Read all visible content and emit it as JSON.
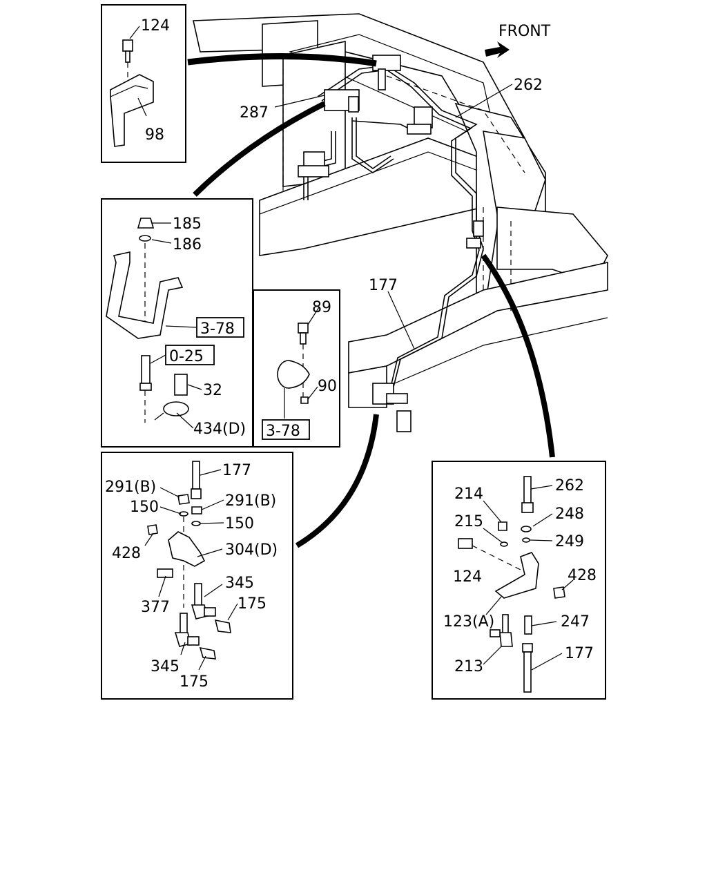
{
  "labels": {
    "front": "FRONT",
    "l124a": "124",
    "l98": "98",
    "l287": "287",
    "l262a": "262",
    "l185": "185",
    "l186": "186",
    "r378a": "3-78",
    "r025": "0-25",
    "l32": "32",
    "l434d": "434(D)",
    "l89": "89",
    "l90": "90",
    "r378b": "3-78",
    "l177a": "177",
    "l177b": "177",
    "l291b1": "291(B)",
    "l291b2": "291(B)",
    "l150a": "150",
    "l150b": "150",
    "l428a": "428",
    "l304d": "304(D)",
    "l377": "377",
    "l345a": "345",
    "l175a": "175",
    "l345b": "345",
    "l175b": "175",
    "l262b": "262",
    "l214": "214",
    "l248": "248",
    "l215": "215",
    "l249": "249",
    "l124b": "124",
    "l428b": "428",
    "l123a": "123(A)",
    "l247": "247",
    "l213": "213",
    "l177c": "177"
  }
}
